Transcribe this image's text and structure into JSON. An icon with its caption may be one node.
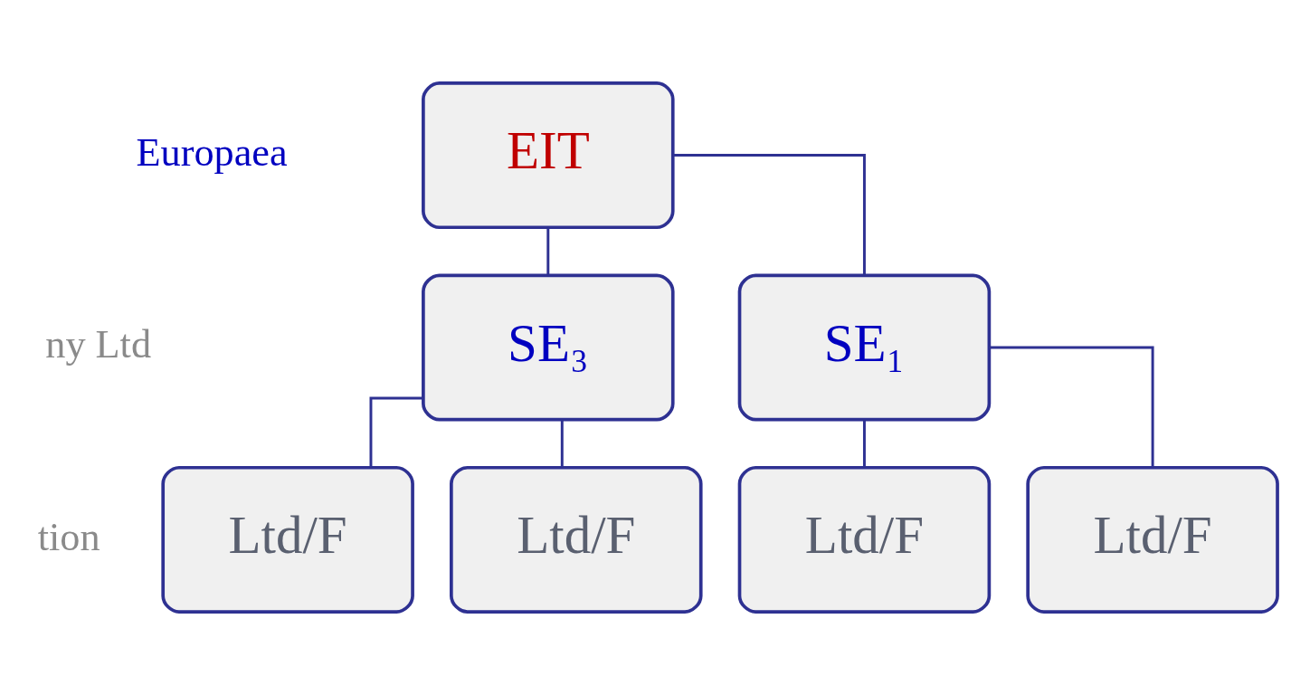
{
  "diagram": {
    "nodes": [
      {
        "text": [
          "EIT"
        ]
      },
      {
        "text": [
          "SE₁"
        ]
      },
      {
        "text": [
          "SE₃"
        ]
      },
      {
        "text": [
          "Ltd/F"
        ]
      },
      {
        "text": [
          "Ltd/F"
        ]
      },
      {
        "text": [
          "Ltd/F"
        ]
      },
      {
        "text": [
          "Ltd/F"
        ]
      }
    ],
    "edges": [
      {
        "from": 0,
        "to": 1,
        "arrow": "none"
      },
      {
        "from": 0,
        "to": 2,
        "arrow": "none"
      },
      {
        "from": 1,
        "to": 3,
        "arrow": "none"
      },
      {
        "from": 1,
        "to": 4,
        "arrow": "none"
      },
      {
        "from": 2,
        "to": 5,
        "arrow": "none"
      },
      {
        "from": 2,
        "to": 6,
        "arrow": "none"
      }
    ],
    "labels": [
      "Europaea",
      "ny Ltd",
      "tion"
    ]
  }
}
